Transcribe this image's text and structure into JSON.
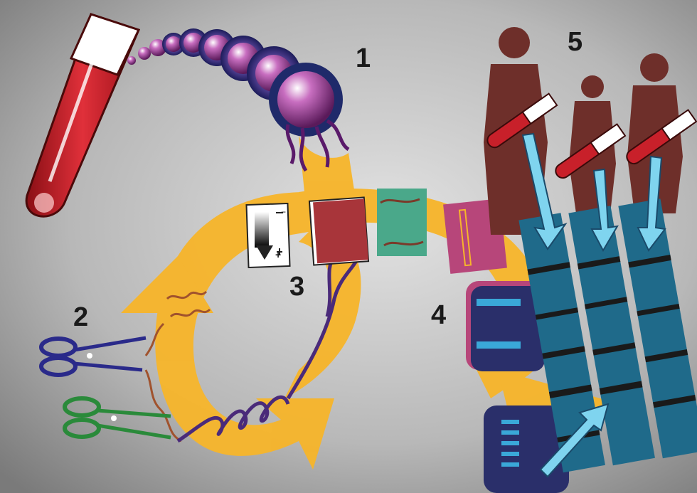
{
  "steps": [
    {
      "number": "1",
      "meaning": "cells-from-blood"
    },
    {
      "number": "2",
      "meaning": "dna-cutting"
    },
    {
      "number": "3",
      "meaning": "electrophoresis"
    },
    {
      "number": "4",
      "meaning": "transfer-and-probe"
    },
    {
      "number": "5",
      "meaning": "comparison-with-suspects"
    }
  ],
  "gel": {
    "minus_sign": "−",
    "plus_sign": "+"
  },
  "colors": {
    "background": "#9a9a9a",
    "arrow_yellow": "#f7b52a",
    "blood_red": "#c8202a",
    "cell_purple": "#7a2a7a",
    "membrane_blue": "#1f6a8a",
    "film_navy": "#2a2f6a",
    "arrow_cyan": "#7fd4ef",
    "people_brown": "#6e2f2a"
  }
}
